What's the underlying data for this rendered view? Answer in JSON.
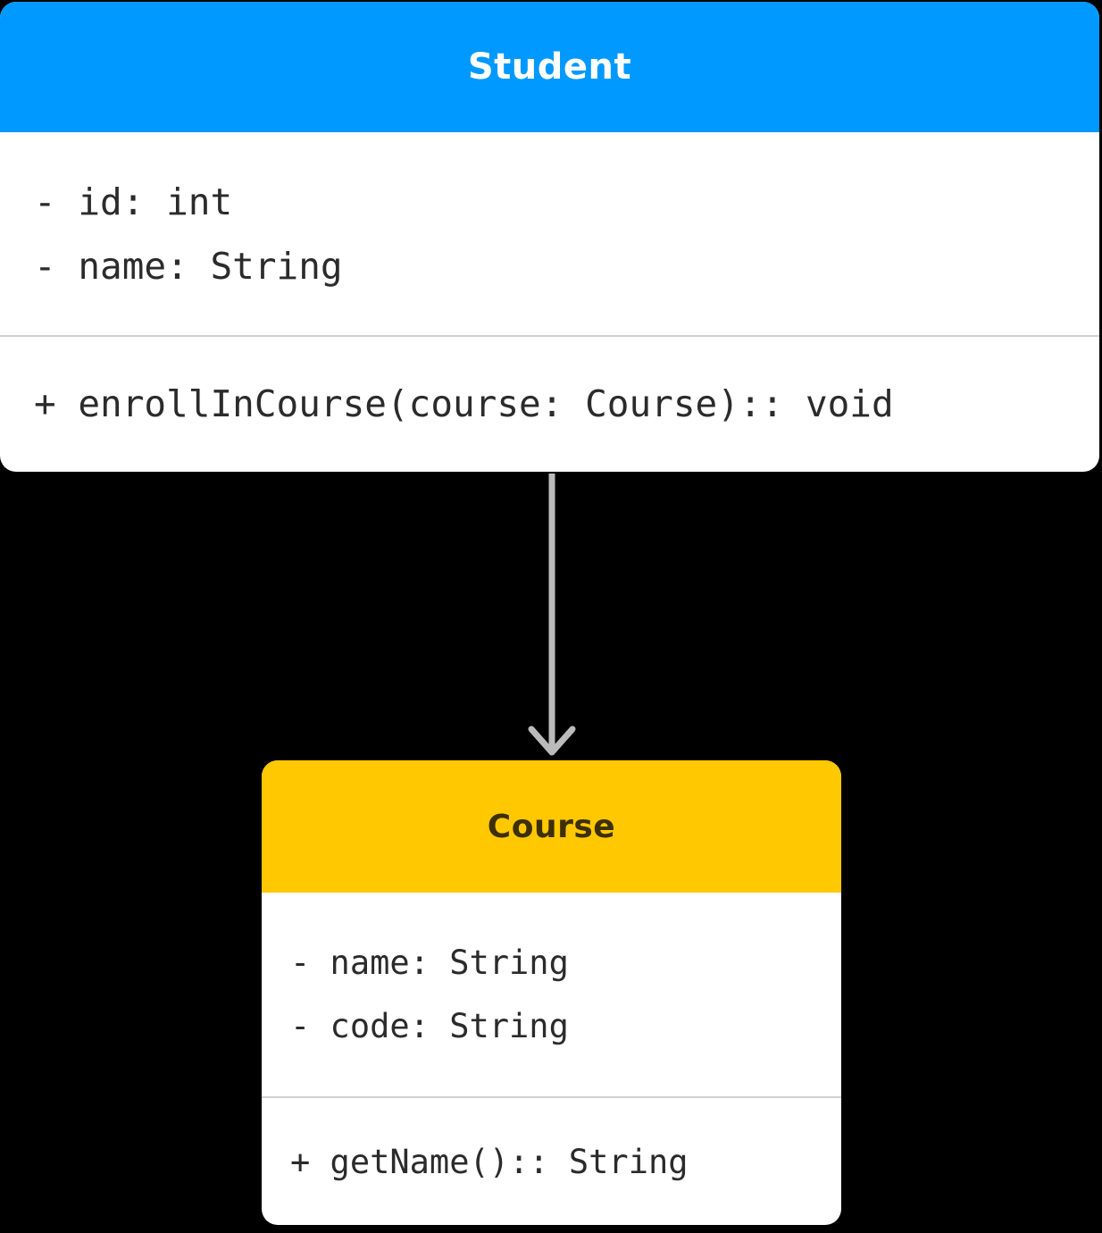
{
  "diagram": {
    "type": "uml-class-diagram",
    "background_color": "#000000",
    "classes": [
      {
        "name": "Student",
        "header_color": "#0099ff",
        "header_text_color": "#ffffff",
        "body_color": "#ffffff",
        "attributes": [
          "- id: int",
          "- name: String"
        ],
        "methods": [
          "+ enrollInCourse(course: Course):: void"
        ]
      },
      {
        "name": "Course",
        "header_color": "#ffc800",
        "header_text_color": "#3d2f00",
        "body_color": "#ffffff",
        "attributes": [
          "- name: String",
          "- code: String"
        ],
        "methods": [
          "+ getName():: String"
        ]
      }
    ],
    "relationships": [
      {
        "kind": "association-arrow",
        "from": "Student",
        "to": "Course",
        "direction": "down",
        "color": "#bbbbbb"
      }
    ]
  }
}
